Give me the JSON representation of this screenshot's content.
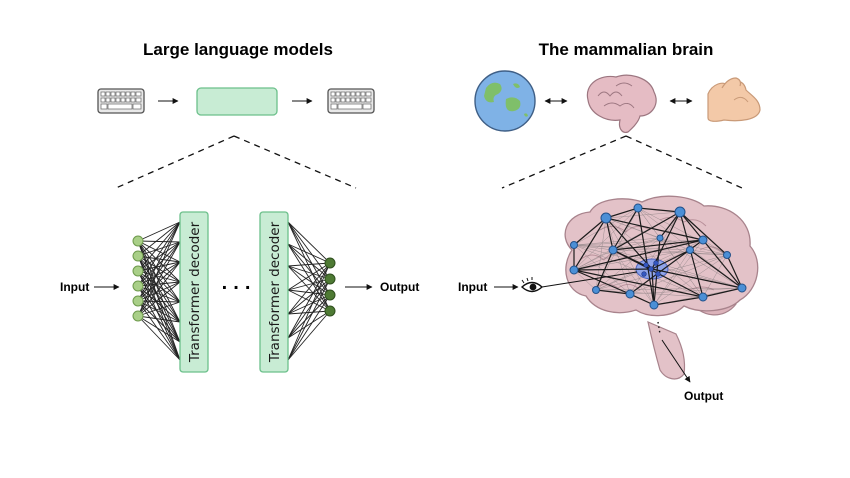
{
  "llm": {
    "title": "Large language models",
    "input_label": "Input",
    "output_label": "Output",
    "decoder_label": "Transformer decoder",
    "ellipsis": "· · ·"
  },
  "brain": {
    "title": "The mammalian brain",
    "input_label": "Input",
    "output_label": "Output"
  },
  "colors": {
    "green_fill": "#c8ecd4",
    "green_stroke": "#6cc08b",
    "node_light": "#a9cf88",
    "node_dark": "#4e7a34",
    "brain_fill": "#e3c2c8",
    "brain_stroke": "#a8838c",
    "net_node": "#4b8fd6",
    "hub_fill": "#8fa3e8"
  },
  "icons": [
    "keyboard-icon",
    "globe-icon",
    "brain-icon",
    "muscle-icon",
    "eye-icon"
  ]
}
